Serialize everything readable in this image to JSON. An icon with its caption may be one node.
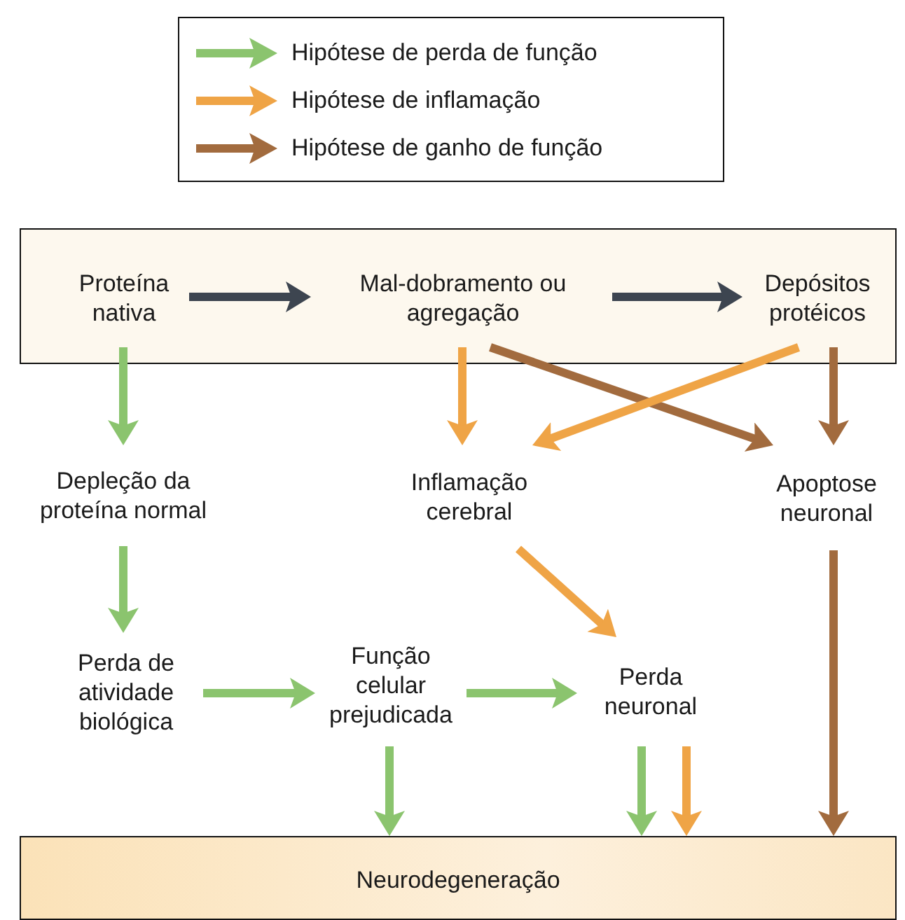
{
  "diagram": {
    "nodes": [
      {
        "text": [],
        "shape": "box"
      },
      {
        "text": [
          "Proteína nativa"
        ],
        "in": 0
      },
      {
        "text": [
          "Mal-dobramento ou agregação"
        ],
        "in": 0
      },
      {
        "text": [
          "Depósitos protéicos"
        ],
        "in": 0
      },
      {
        "text": [
          "Depleção da proteína normal"
        ]
      },
      {
        "text": [
          "Inflamação cerebral"
        ]
      },
      {
        "text": [
          "Apoptose neuronal"
        ]
      },
      {
        "text": [
          "Perda de atividade biológica"
        ]
      },
      {
        "text": [
          "Função celular prejudicada"
        ]
      },
      {
        "text": [
          "Perda neuronal"
        ]
      },
      {
        "text": [
          "Neurodegeneração"
        ]
      }
    ],
    "edges": [
      {
        "from": 1,
        "to": 2,
        "arrow": "to",
        "color": "#3d4550"
      },
      {
        "from": 2,
        "to": 3,
        "arrow": "to",
        "color": "#3d4550"
      },
      {
        "from": 1,
        "to": 4,
        "arrow": "to"
      },
      {
        "from": 2,
        "to": 5,
        "arrow": "to",
        "color": "#efa446"
      },
      {
        "from": 2,
        "to": 6,
        "arrow": "to",
        "color": "#a26b3e"
      },
      {
        "from": 3,
        "to": 5,
        "arrow": "to",
        "color": "#efa446"
      },
      {
        "from": 3,
        "to": 6,
        "arrow": "to",
        "color": "#a26b3e"
      },
      {
        "from": 4,
        "to": 7,
        "arrow": "to"
      },
      {
        "from": 5,
        "to": 9,
        "arrow": "to",
        "color": "#efa446"
      },
      {
        "from": 7,
        "to": 8,
        "arrow": "to"
      },
      {
        "from": 8,
        "to": 9,
        "arrow": "to"
      },
      {
        "from": 8,
        "to": 10,
        "arrow": "to"
      },
      {
        "from": 9,
        "to": 10,
        "arrow": "to"
      },
      {
        "from": 9,
        "to": 10,
        "arrow": "to",
        "color": "#efa446"
      },
      {
        "from": 6,
        "to": 10,
        "arrow": "to",
        "color": "#a26b3e"
      }
    ],
    "legend": [
      {
        "text": "Hipótese de perda de função",
        "color": "#8bc46e"
      },
      {
        "text": "Hipótese de inflamação",
        "color": "#efa446"
      },
      {
        "text": "Hipótese de ganho de função",
        "color": "#a26b3e"
      }
    ]
  }
}
